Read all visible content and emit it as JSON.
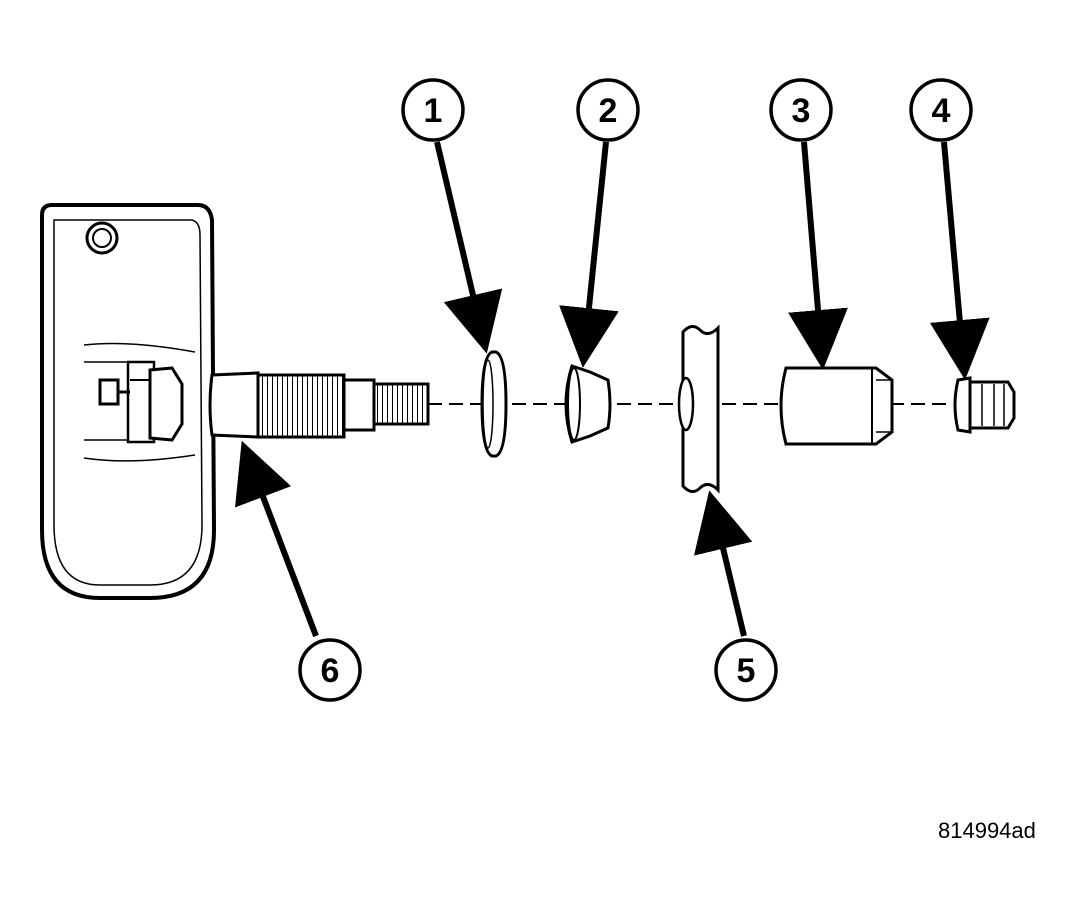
{
  "callouts": [
    {
      "id": "1",
      "label": "1"
    },
    {
      "id": "2",
      "label": "2"
    },
    {
      "id": "3",
      "label": "3"
    },
    {
      "id": "4",
      "label": "4"
    },
    {
      "id": "5",
      "label": "5"
    },
    {
      "id": "6",
      "label": "6"
    }
  ],
  "figure_id": "814994ad",
  "colors": {
    "ink": "#000000",
    "paper": "#ffffff"
  }
}
